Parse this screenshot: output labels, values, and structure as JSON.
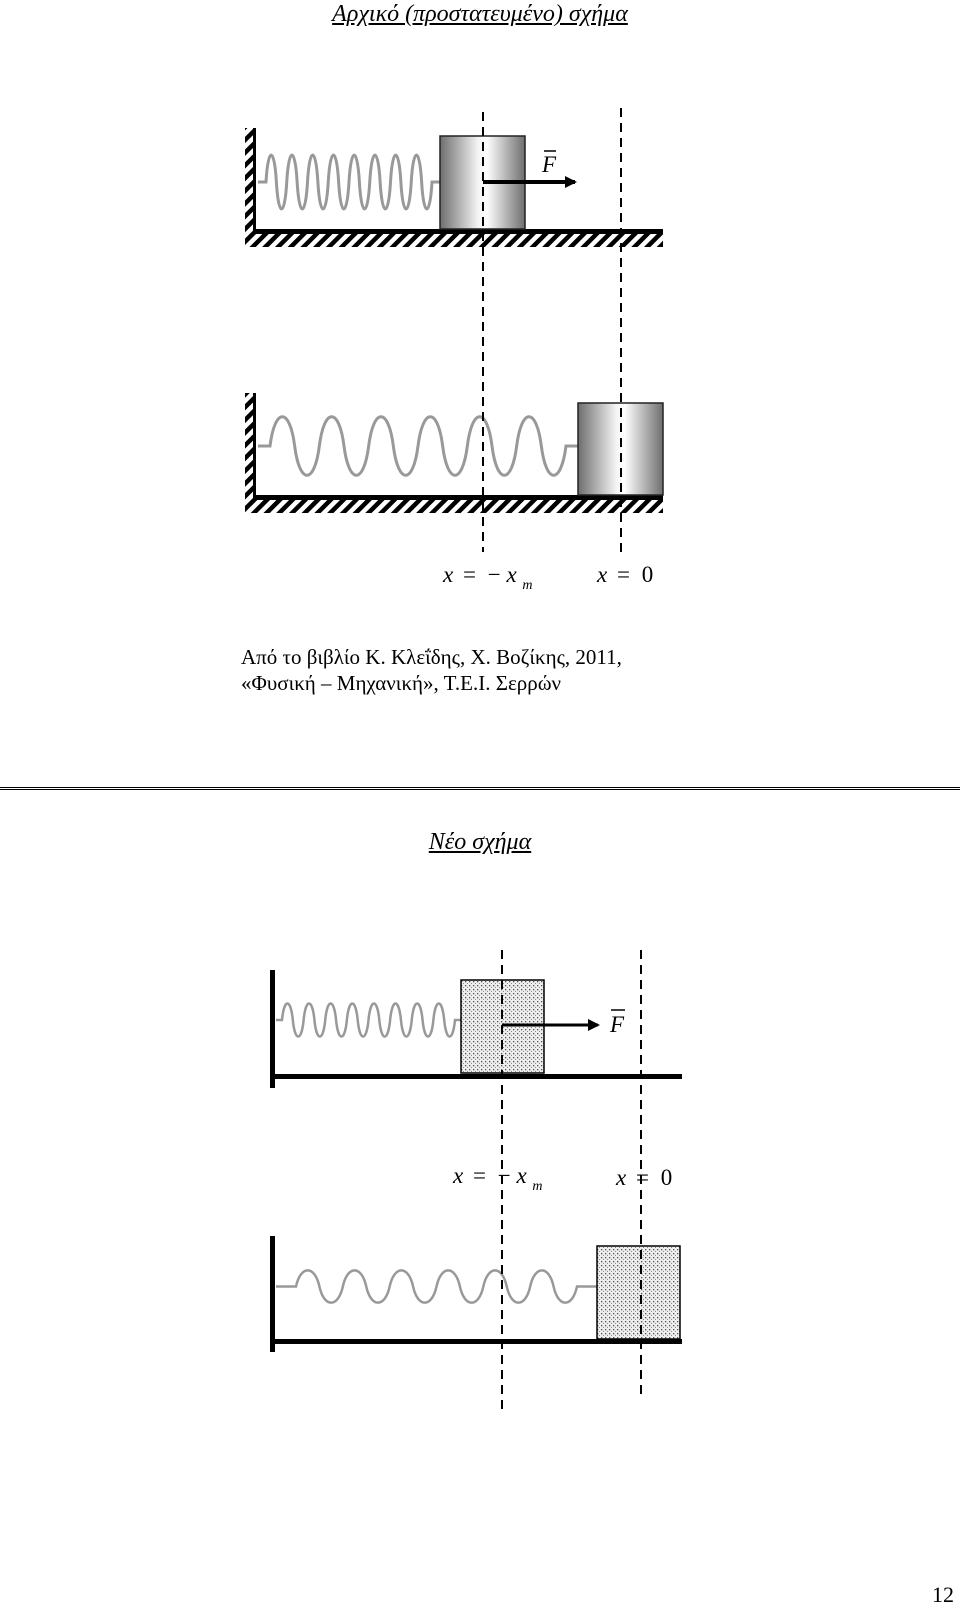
{
  "original_section": {
    "title": "Αρχικό (προστατευμένο) σχήμα",
    "force_label": "F",
    "left_line_label": {
      "var": "x",
      "equals": "=",
      "minus": "−",
      "var2": "x",
      "sub": "m"
    },
    "right_line_label": {
      "var": "x",
      "equals": "=",
      "value": "0"
    }
  },
  "source_note": {
    "line1": "Από το βιβλίο Κ. Κλεΐδης, Χ. Βοζίκης, 2011,",
    "line2": "«Φυσική – Μηχανική», Τ.Ε.Ι. Σερρών"
  },
  "new_section": {
    "title": "Νέο σχήμα",
    "force_label": "F",
    "left_line_label": {
      "var": "x",
      "equals": "=",
      "minus": "−",
      "var2": "x",
      "sub": "m"
    },
    "right_line_label": {
      "var": "x",
      "equals": "=",
      "value": "0"
    }
  },
  "page_number": "12",
  "colors": {
    "ink": "#000000",
    "spring": "#9a9a9a",
    "block_dark": "#7a7a7a",
    "block_light": "#f2f2f2",
    "dots_fill": "#e6e6e6"
  }
}
